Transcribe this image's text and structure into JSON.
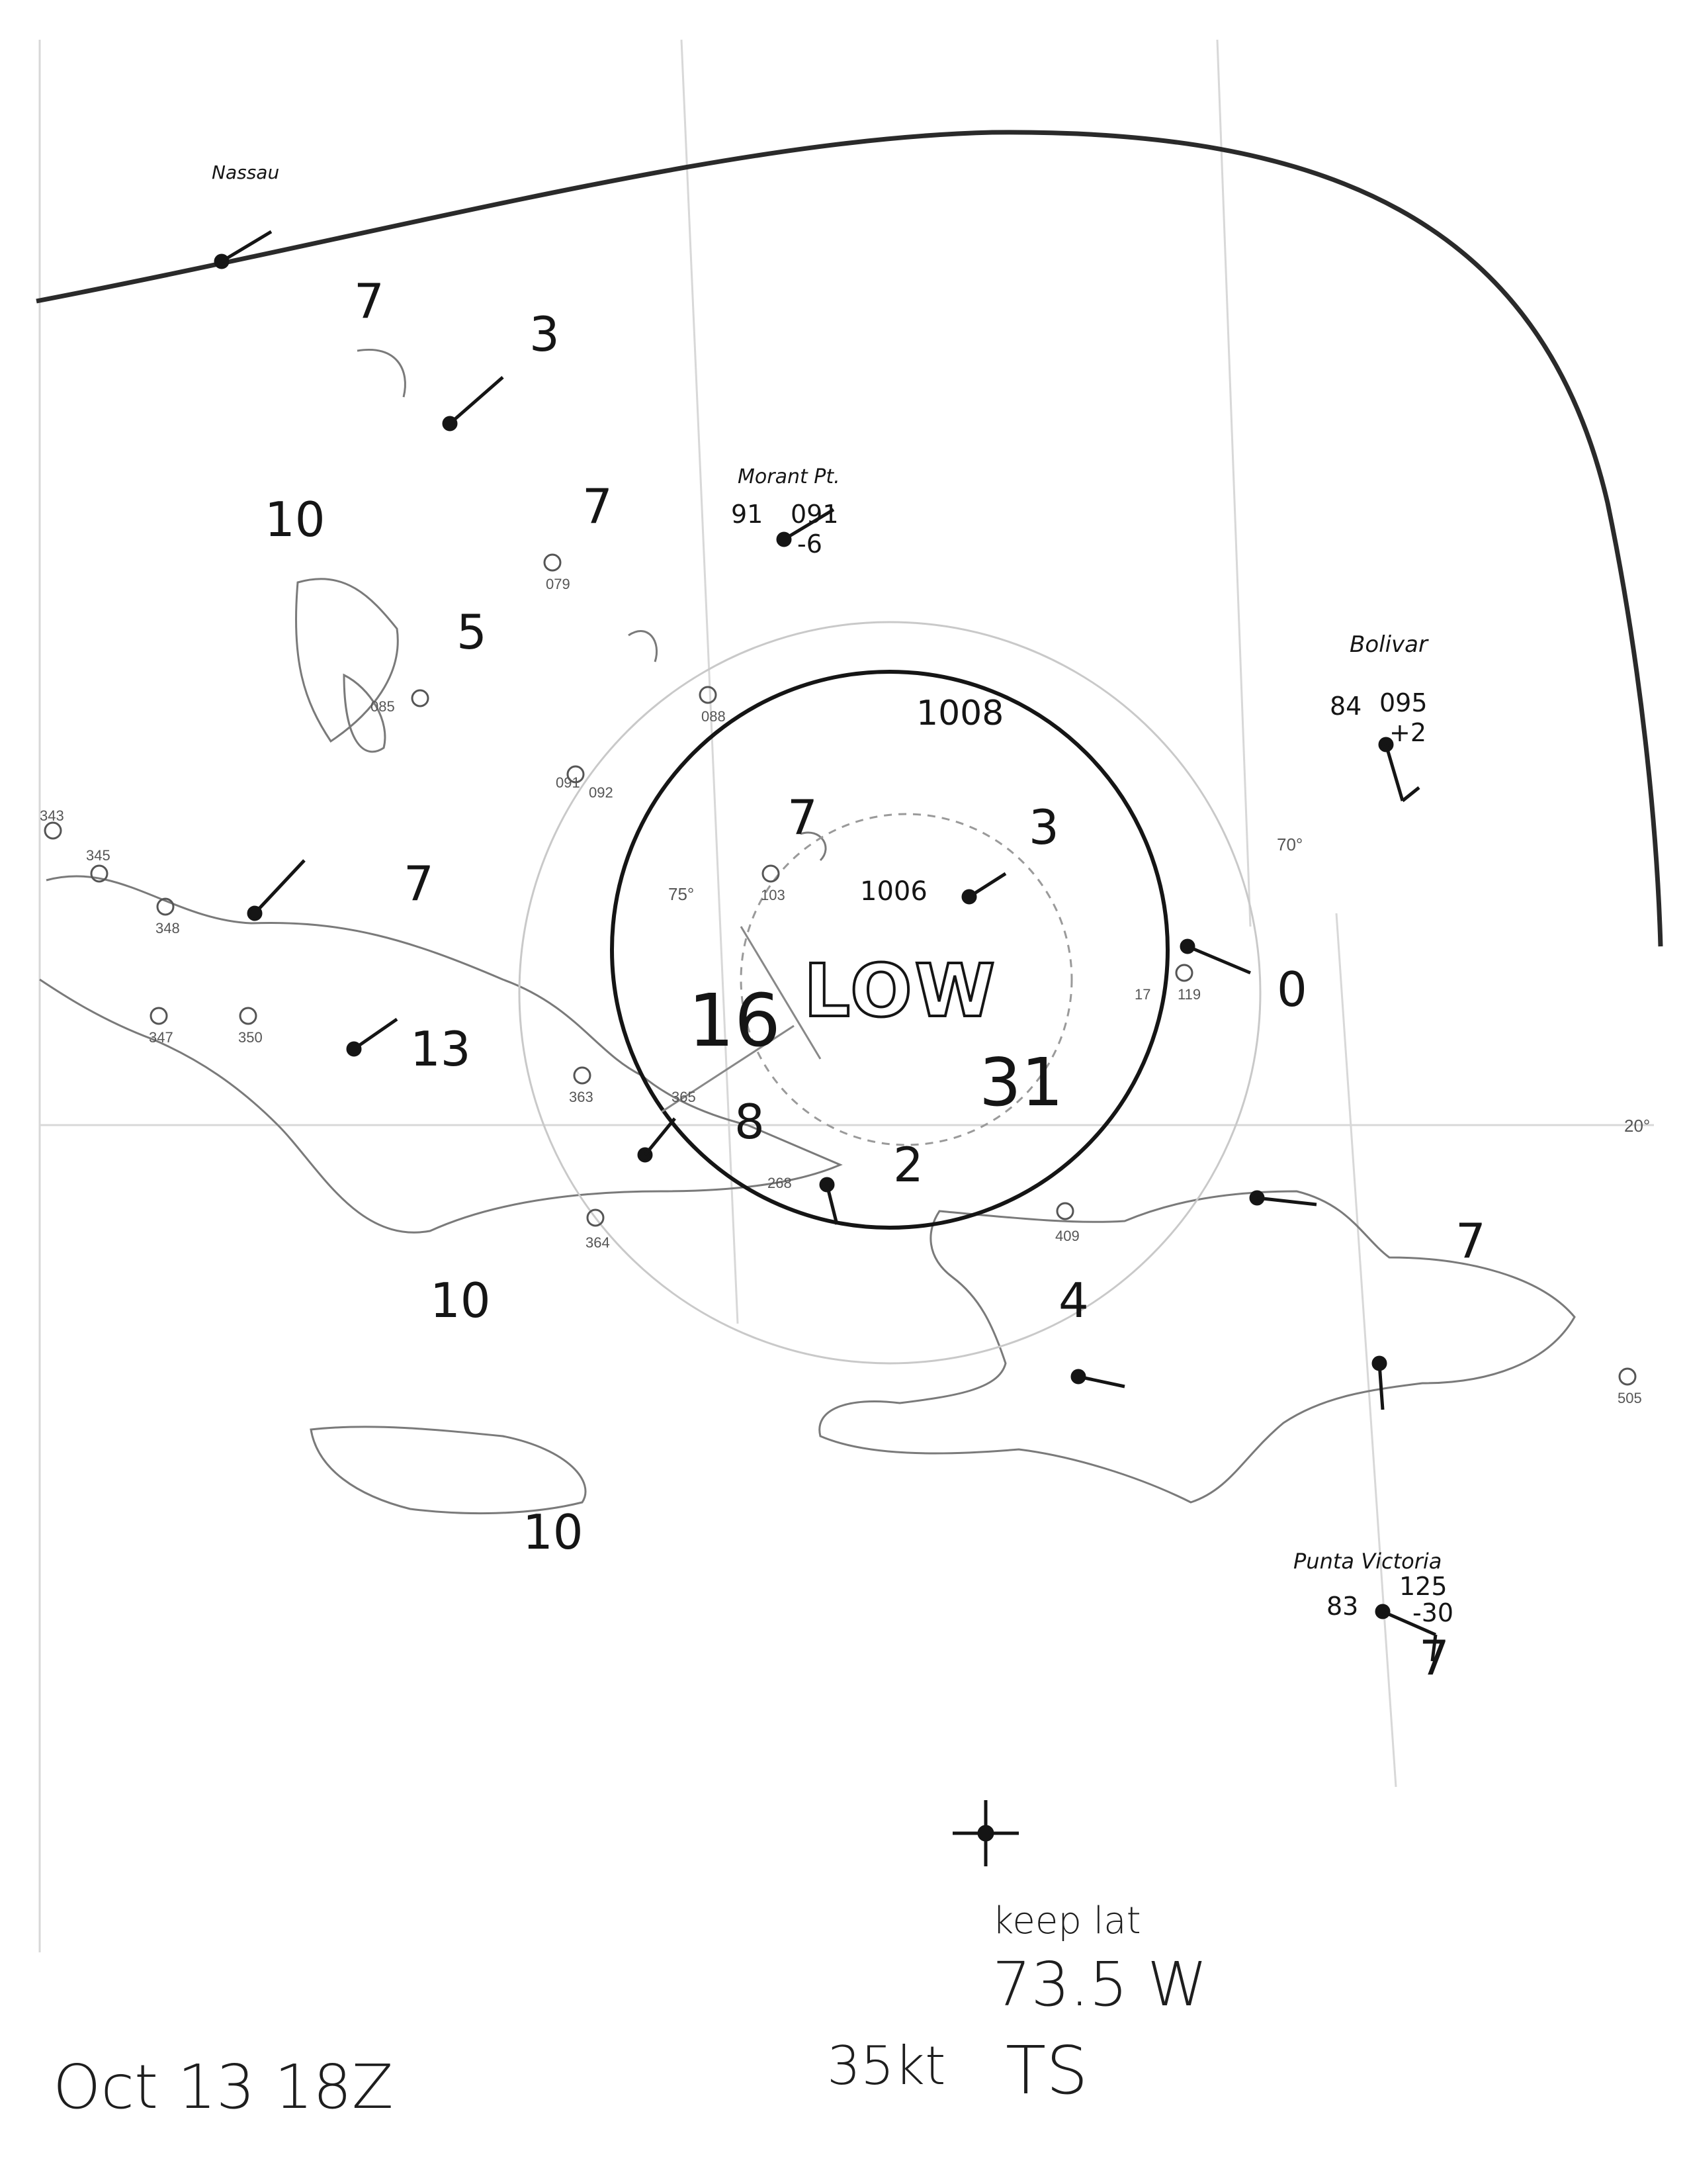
{
  "map": {
    "center_label": "LOW",
    "isobar_value": "1008",
    "central_pressure": "1006",
    "lat_label": "20°",
    "lon_labels": [
      "75°",
      "70°"
    ],
    "station_ids": [
      "343",
      "345",
      "348",
      "347",
      "350",
      "363",
      "364",
      "365",
      "268",
      "409",
      "505",
      "103",
      "119",
      "17",
      "091",
      "092",
      "085",
      "088",
      "079"
    ],
    "place_names": [
      {
        "key": "morant_point",
        "label": "Morant Pt."
      },
      {
        "key": "bolivar",
        "label": "Bolivar"
      },
      {
        "key": "punta_victoria",
        "label": "Punta Victoria"
      },
      {
        "key": "nassau",
        "label": "Nassau"
      }
    ],
    "readings": {
      "morant_point": {
        "temp": "91",
        "pressure": "091",
        "tendency": "-6"
      },
      "bolivar": {
        "temp": "84",
        "pressure": "095",
        "tendency": "+2"
      },
      "punta_victoria": {
        "temp": "83",
        "pressure": "125",
        "tendency": "-30"
      }
    },
    "wind_numbers": [
      "7",
      "3",
      "10",
      "7",
      "5",
      "7",
      "3",
      "0",
      "7",
      "16",
      "31",
      "8",
      "2",
      "13",
      "10",
      "4",
      "7",
      "10",
      "7"
    ]
  },
  "notes": {
    "date_time": "Oct 13 18Z",
    "speed": "35kt",
    "keep_lat": "keep lat",
    "longitude": "73.5 W",
    "classification": "TS"
  },
  "colors": {
    "ink": "#151515",
    "print": "#555555",
    "paper": "#ffffff"
  }
}
